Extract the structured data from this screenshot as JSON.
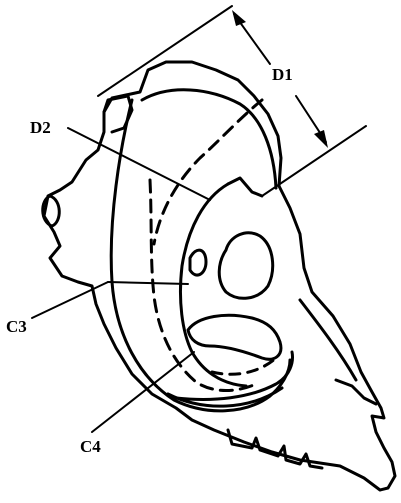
{
  "labels": {
    "d1": "D1",
    "d2": "D2",
    "c3": "C3",
    "c4": "C4"
  },
  "colors": {
    "ink": "#000000",
    "background": "#ffffff"
  }
}
